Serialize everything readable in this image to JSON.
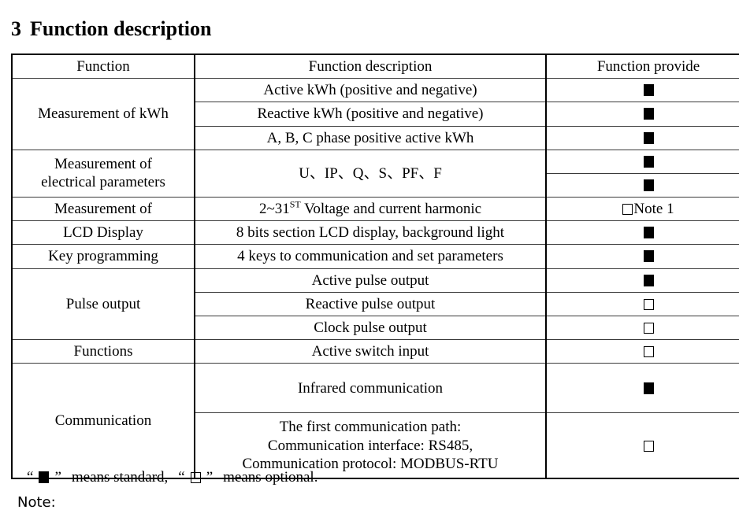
{
  "heading": {
    "number": "3",
    "title": "Function description"
  },
  "table": {
    "columns": [
      "Function",
      "Function description",
      "Function provide"
    ],
    "rows": [
      {
        "function": "Measurement of kWh",
        "items": [
          {
            "description": "Active kWh (positive and negative)",
            "provide": "filled"
          },
          {
            "description": "Reactive kWh (positive and negative)",
            "provide": "filled"
          },
          {
            "description": "A, B, C phase positive active kWh",
            "provide": "filled"
          }
        ]
      },
      {
        "function": "Measurement of electrical parameters",
        "function_line1": "Measurement of",
        "function_line2": "electrical parameters",
        "items": [
          {
            "description": "U、IP、Q、S、PF、F",
            "provide": "filled"
          },
          {
            "description": "",
            "provide": "filled"
          }
        ]
      },
      {
        "function": "Measurement of",
        "items": [
          {
            "description_prefix": "2~31",
            "description_sup": "ST",
            "description_suffix": " Voltage and current harmonic",
            "description": "2~31ST Voltage and current harmonic",
            "provide": "empty",
            "provide_note": "Note 1"
          }
        ]
      },
      {
        "function": "LCD Display",
        "items": [
          {
            "description": "8 bits section LCD display, background light",
            "provide": "filled"
          }
        ]
      },
      {
        "function": "Key programming",
        "items": [
          {
            "description": "4 keys to communication and set parameters",
            "provide": "filled"
          }
        ]
      },
      {
        "function": "Pulse output",
        "items": [
          {
            "description": "Active pulse output",
            "provide": "filled"
          },
          {
            "description": "Reactive pulse output",
            "provide": "empty"
          },
          {
            "description": "Clock pulse output",
            "provide": "empty"
          }
        ]
      },
      {
        "function": "Functions",
        "items": [
          {
            "description": "Active switch input",
            "provide": "empty"
          }
        ]
      },
      {
        "function": "Communication",
        "items": [
          {
            "description": "Infrared communication",
            "provide": "filled"
          },
          {
            "description_lines": [
              "The first communication path:",
              "Communication interface: RS485,",
              "Communication protocol: MODBUS-RTU"
            ],
            "description": "The first communication path: Communication interface: RS485, Communication protocol: MODBUS-RTU",
            "provide": "empty"
          }
        ]
      }
    ]
  },
  "legend": {
    "quote_open": "“",
    "quote_close": "”",
    "standard_text": "means standard,",
    "optional_text": "means optional."
  },
  "footer": {
    "note_label": "Note:"
  }
}
